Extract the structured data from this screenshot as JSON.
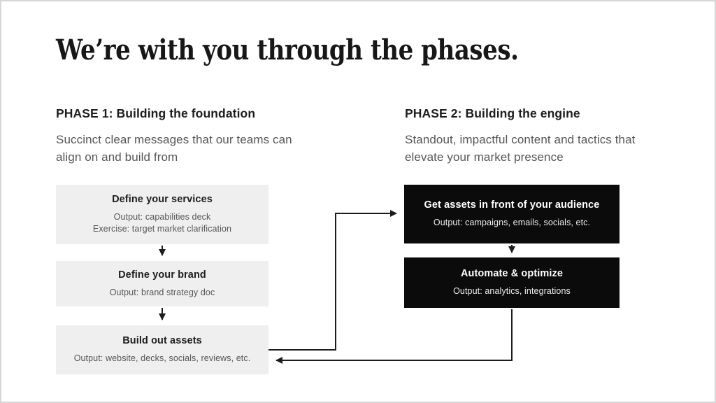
{
  "slide": {
    "title": "We’re with you through the phases.",
    "phase1": {
      "heading": "PHASE 1: Building the foundation",
      "description": "Succinct clear messages that our teams can align on and build from",
      "steps": [
        {
          "title": "Define your services",
          "lines": [
            "Output: capabilities deck",
            "Exercise: target market clarification"
          ]
        },
        {
          "title": "Define your brand",
          "lines": [
            "Output: brand strategy doc"
          ]
        },
        {
          "title": "Build out assets",
          "lines": [
            "Output: website, decks, socials, reviews, etc."
          ]
        }
      ]
    },
    "phase2": {
      "heading": "PHASE 2: Building the engine",
      "description": "Standout, impactful content and tactics that elevate your market presence",
      "steps": [
        {
          "title": "Get assets in front of your audience",
          "lines": [
            "Output: campaigns, emails, socials, etc."
          ]
        },
        {
          "title": "Automate & optimize",
          "lines": [
            "Output: analytics, integrations"
          ]
        }
      ]
    },
    "colors": {
      "light_box_bg": "#f0efef",
      "dark_box_bg": "#0b0b0b",
      "heading_text": "#1d1d1e",
      "body_text": "#55565a",
      "arrow": "#1c1c1c",
      "slide_border": "#d6d6d6"
    }
  }
}
